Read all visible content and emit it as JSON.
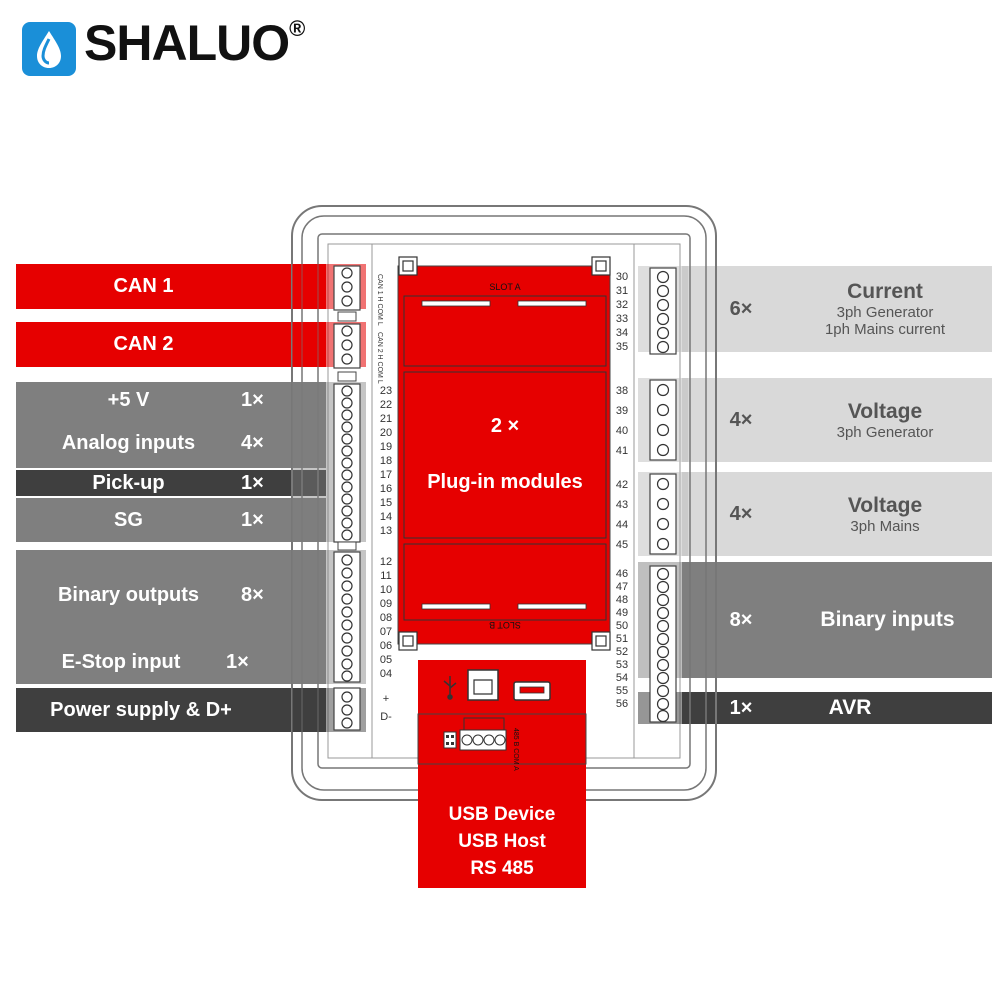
{
  "brand": {
    "name": "SHALUO",
    "mark": "®"
  },
  "left_bands": [
    {
      "label": "CAN 1",
      "count": ""
    },
    {
      "label": "CAN 2",
      "count": ""
    },
    {
      "label": "+5 V",
      "count": "1×"
    },
    {
      "label": "Analog inputs",
      "count": "4×"
    },
    {
      "label": "Pick-up",
      "count": "1×"
    },
    {
      "label": "SG",
      "count": "1×"
    },
    {
      "label": "Binary outputs",
      "count": "8×"
    },
    {
      "label": "E-Stop input",
      "count": "1×"
    },
    {
      "label": "Power supply & D+",
      "count": ""
    }
  ],
  "right_bands": [
    {
      "count": "6×",
      "title": "Current",
      "sub1": "3ph Generator",
      "sub2": "1ph Mains current"
    },
    {
      "count": "4×",
      "title": "Voltage",
      "sub1": "3ph Generator",
      "sub2": ""
    },
    {
      "count": "4×",
      "title": "Voltage",
      "sub1": "3ph Mains",
      "sub2": ""
    },
    {
      "count": "8×",
      "title": "Binary inputs",
      "sub1": "",
      "sub2": ""
    },
    {
      "count": "1×",
      "title": "AVR",
      "sub1": "",
      "sub2": ""
    }
  ],
  "modules": {
    "count": "2 ×",
    "label": "Plug-in modules",
    "slot_a": "SLOT A",
    "slot_b": "SLOT B"
  },
  "comms": {
    "line1": "USB Device",
    "line2": "USB Host",
    "line3": "RS 485"
  },
  "connector_labels": {
    "can1": "CAN 1 H COM L",
    "can2": "CAN 2 H COM L",
    "rs485": "485 B COM A",
    "plus": "+",
    "dminus": "D-"
  },
  "left_pins": [
    "23",
    "22",
    "21",
    "20",
    "19",
    "18",
    "17",
    "16",
    "15",
    "14",
    "13",
    "12",
    "11",
    "10",
    "09",
    "08",
    "07",
    "06",
    "05",
    "04"
  ],
  "right_pins": [
    "30",
    "31",
    "32",
    "33",
    "34",
    "35",
    "38",
    "39",
    "40",
    "41",
    "42",
    "43",
    "44",
    "45",
    "46",
    "47",
    "48",
    "49",
    "50",
    "51",
    "52",
    "53",
    "54",
    "55",
    "56"
  ],
  "colors": {
    "red": "#e60000",
    "gray": "#7f7f7f",
    "dark": "#3f3f3f",
    "light": "#d9d9d9",
    "logo_blue": "#1a8fd8"
  }
}
